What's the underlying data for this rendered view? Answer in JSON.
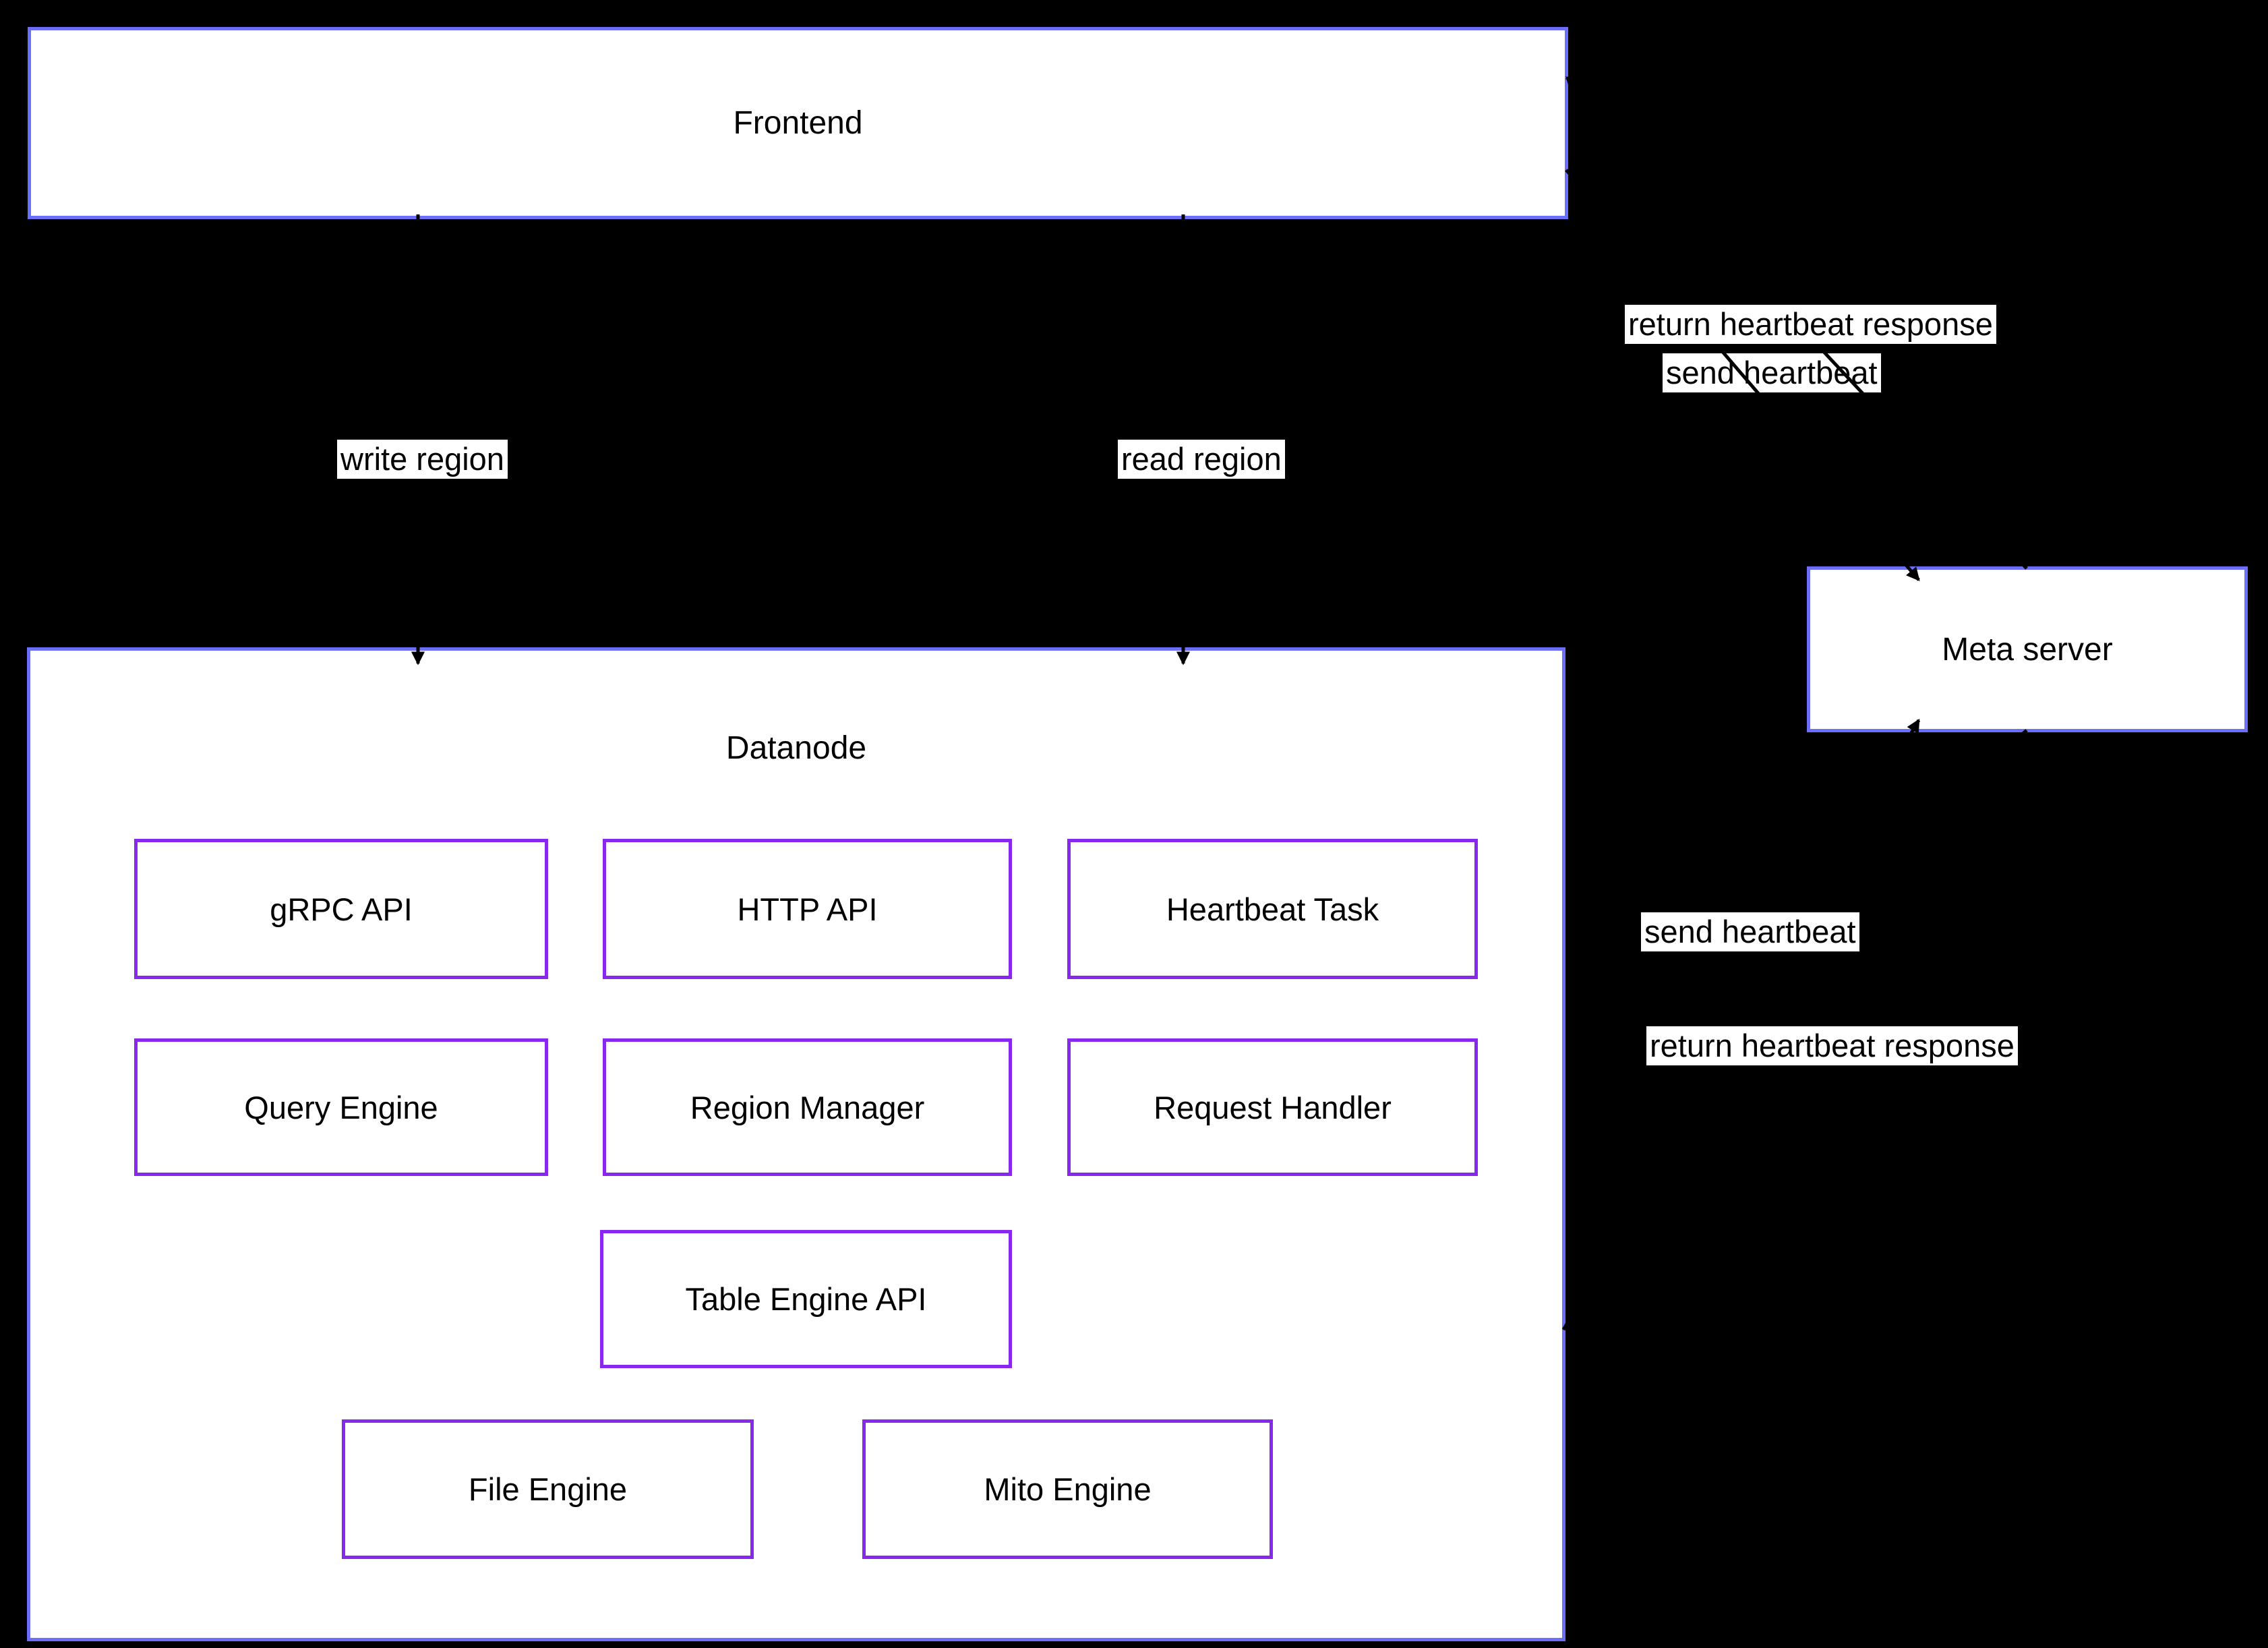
{
  "diagram": {
    "title": "Datanode architecture diagram",
    "colors": {
      "background": "#000000",
      "outer_box_border": "#6c6ff9",
      "inner_box_border": "#8827ee",
      "box_fill": "#ffffff",
      "text": "#000000",
      "edge": "#000000",
      "edge_label_bg": "#ffffff"
    },
    "nodes": {
      "frontend": {
        "label": "Frontend"
      },
      "datanode": {
        "label": "Datanode"
      },
      "meta_server": {
        "label": "Meta server"
      },
      "grpc_api": {
        "label": "gRPC API"
      },
      "http_api": {
        "label": "HTTP API"
      },
      "heartbeat_task": {
        "label": "Heartbeat Task"
      },
      "query_engine": {
        "label": "Query Engine"
      },
      "region_manager": {
        "label": "Region Manager"
      },
      "request_handler": {
        "label": "Request Handler"
      },
      "table_engine_api": {
        "label": "Table Engine API"
      },
      "file_engine": {
        "label": "File Engine"
      },
      "mito_engine": {
        "label": "Mito Engine"
      }
    },
    "edges": {
      "write_region": {
        "label": "write region",
        "from": "Frontend",
        "to": "Datanode"
      },
      "read_region": {
        "label": "read region",
        "from": "Frontend",
        "to": "Datanode"
      },
      "send_heartbeat_frontend": {
        "label": "send heartbeat",
        "from": "Frontend",
        "to": "Meta server"
      },
      "return_heartbeat_frontend": {
        "label": "return heartbeat response",
        "from": "Meta server",
        "to": "Frontend"
      },
      "send_heartbeat_datanode": {
        "label": "send heartbeat",
        "from": "Datanode",
        "to": "Meta server"
      },
      "return_heartbeat_datanode": {
        "label": "return heartbeat response",
        "from": "Meta server",
        "to": "Datanode"
      }
    }
  }
}
